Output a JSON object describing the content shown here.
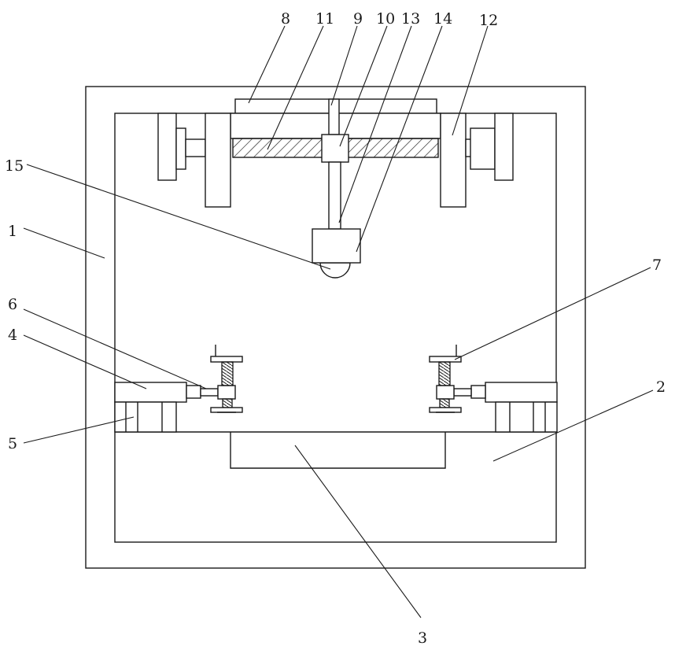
{
  "diagram": {
    "stroke_color": "#1a1a1a",
    "background": "#ffffff",
    "labels": {
      "l1": "1",
      "l2": "2",
      "l3": "3",
      "l4": "4",
      "l5": "5",
      "l6": "6",
      "l7": "7",
      "l8": "8",
      "l9": "9",
      "l10": "10",
      "l11": "11",
      "l12": "12",
      "l13": "13",
      "l14": "14",
      "l15": "15"
    }
  }
}
